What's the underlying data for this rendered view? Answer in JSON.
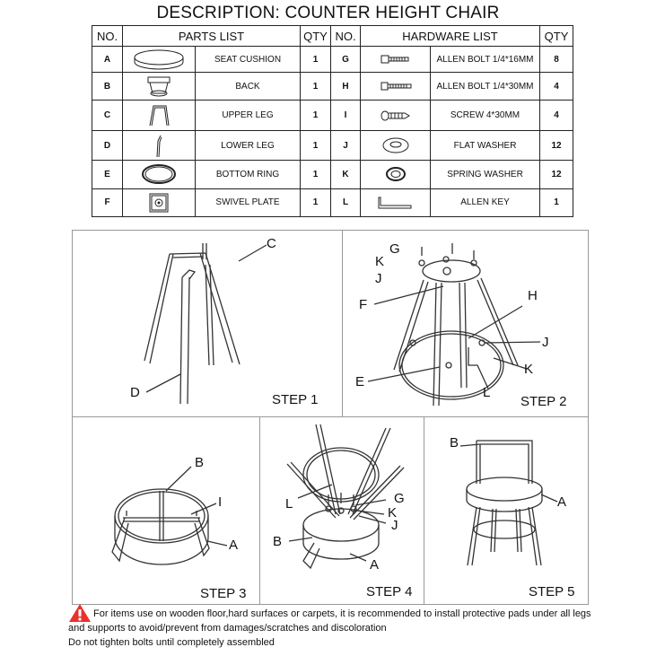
{
  "title": "DESCRIPTION: COUNTER HEIGHT CHAIR",
  "table": {
    "headers": [
      "NO.",
      "PARTS LIST",
      "QTY",
      "NO.",
      "HARDWARE LIST",
      "QTY"
    ],
    "rows": [
      {
        "no": "A",
        "part": "SEAT CUSHION",
        "qty": "1",
        "hno": "G",
        "hw": "ALLEN BOLT 1/4*16MM",
        "hqty": "8"
      },
      {
        "no": "B",
        "part": "BACK",
        "qty": "1",
        "hno": "H",
        "hw": "ALLEN BOLT 1/4*30MM",
        "hqty": "4"
      },
      {
        "no": "C",
        "part": "UPPER LEG",
        "qty": "1",
        "hno": "I",
        "hw": "SCREW 4*30MM",
        "hqty": "4"
      },
      {
        "no": "D",
        "part": "LOWER LEG",
        "qty": "1",
        "hno": "J",
        "hw": "FLAT WASHER",
        "hqty": "12"
      },
      {
        "no": "E",
        "part": "BOTTOM RING",
        "qty": "1",
        "hno": "K",
        "hw": "SPRING WASHER",
        "hqty": "12"
      },
      {
        "no": "F",
        "part": "SWIVEL PLATE",
        "qty": "1",
        "hno": "L",
        "hw": "ALLEN KEY",
        "hqty": "1"
      }
    ]
  },
  "steps": {
    "s1": "STEP 1",
    "s2": "STEP 2",
    "s3": "STEP 3",
    "s4": "STEP 4",
    "s5": "STEP 5"
  },
  "labels": {
    "s1": [
      "C",
      "D"
    ],
    "s2": [
      "G",
      "K",
      "J",
      "F",
      "H",
      "J",
      "K",
      "E",
      "L"
    ],
    "s3": [
      "B",
      "I",
      "A"
    ],
    "s4": [
      "L",
      "G",
      "K",
      "J",
      "B",
      "A"
    ],
    "s5": [
      "B",
      "A"
    ]
  },
  "notes": {
    "line1": "For items use on wooden floor,hard surfaces or carpets, it is recommended to install protective pads under all legs",
    "line2": "and supports to avoid/prevent from damages/scratches and discoloration",
    "line3": "Do not tighten bolts until completely assembled"
  },
  "colors": {
    "warning": "#e8322b"
  },
  "icons": {
    "seat-cushion": "ellipse",
    "back": "chair-back",
    "upper-leg": "bent-frame",
    "lower-leg": "leg-rod",
    "bottom-ring": "ring",
    "swivel-plate": "square-plate",
    "allen-bolt": "bolt",
    "screw": "screw",
    "flat-washer": "washer",
    "spring-washer": "spring-washer",
    "allen-key": "hex-key",
    "warning": "warning-triangle"
  }
}
